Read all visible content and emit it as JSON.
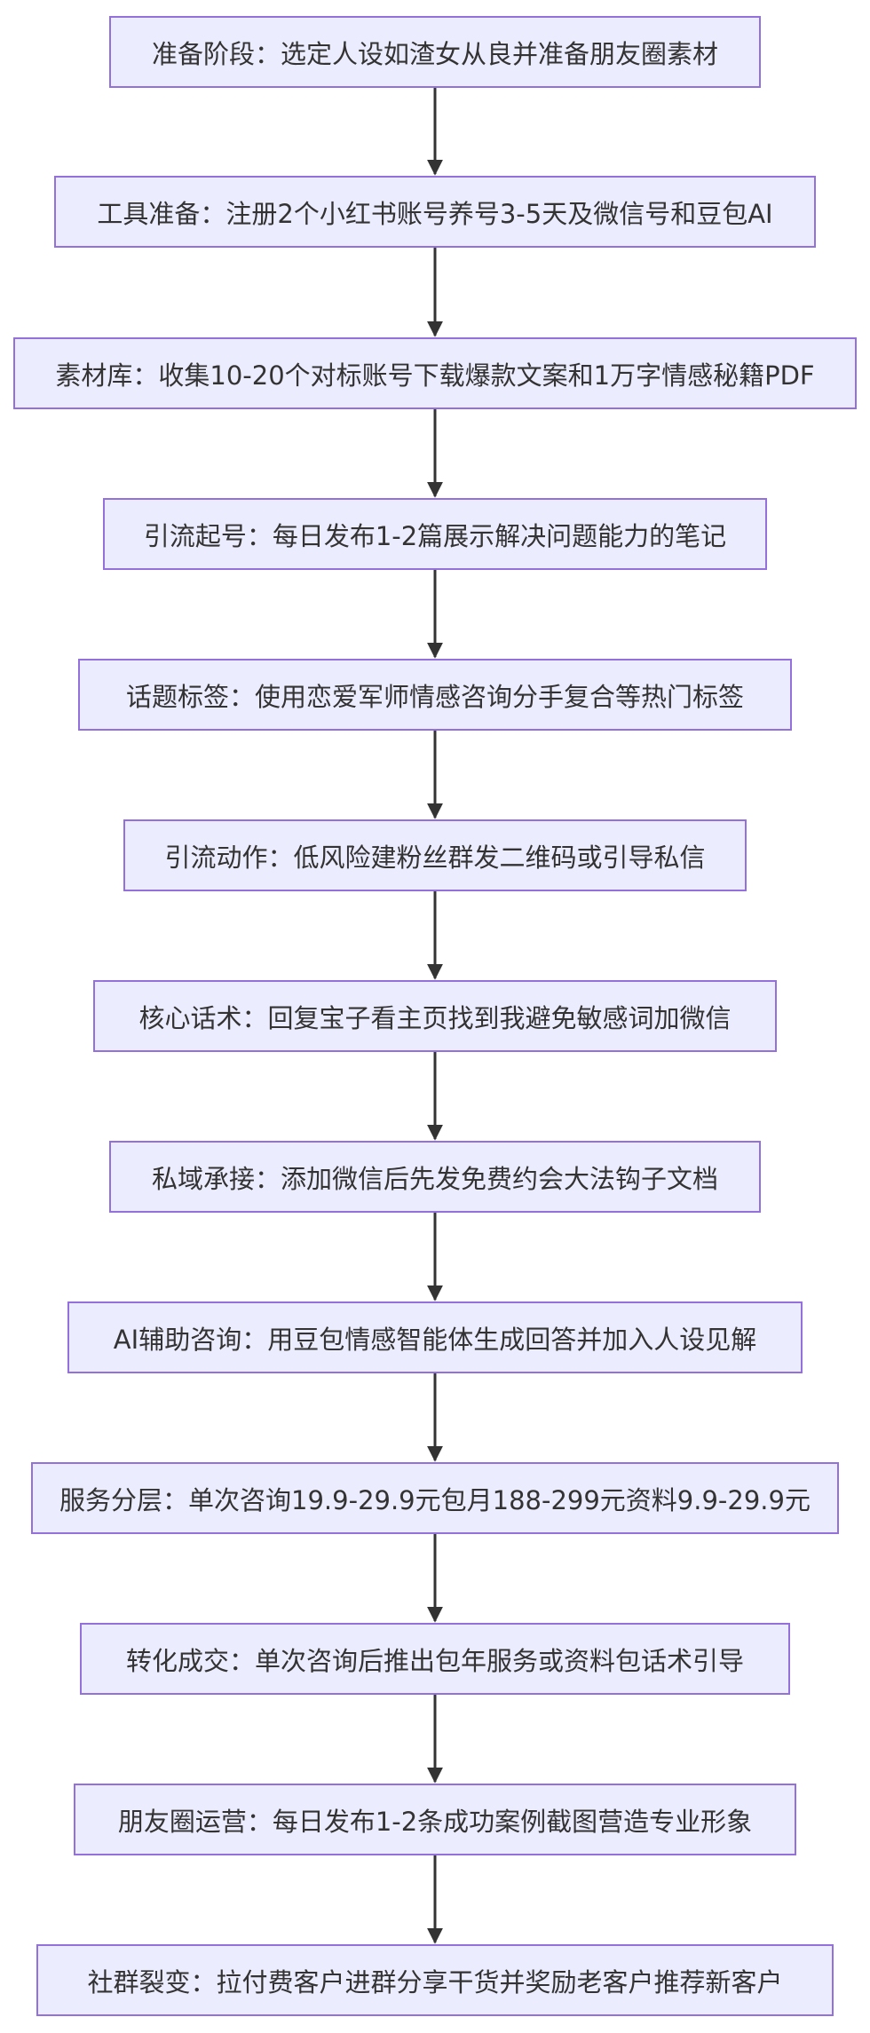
{
  "steps": [
    "准备阶段：选定人设如渣女从良并准备朋友圈素材",
    "工具准备：注册2个小红书账号养号3-5天及微信号和豆包AI",
    "素材库：收集10-20个对标账号下载爆款文案和1万字情感秘籍PDF",
    "引流起号：每日发布1-2篇展示解决问题能力的笔记",
    "话题标签：使用恋爱军师情感咨询分手复合等热门标签",
    "引流动作：低风险建粉丝群发二维码或引导私信",
    "核心话术：回复宝子看主页找到我避免敏感词加微信",
    "私域承接：添加微信后先发免费约会大法钩子文档",
    "AI辅助咨询：用豆包情感智能体生成回答并加入人设见解",
    "服务分层：单次咨询19.9-29.9元包月188-299元资料9.9-29.9元",
    "转化成交：单次咨询后推出包年服务或资料包话术引导",
    "朋友圈运营：每日发布1-2条成功案例截图营造专业形象",
    "社群裂变：拉付费客户进群分享干货并奖励老客户推荐新客户"
  ],
  "colors": {
    "node_fill": "#ececff",
    "node_border": "#9370db",
    "text": "#333333",
    "edge": "#333333"
  }
}
